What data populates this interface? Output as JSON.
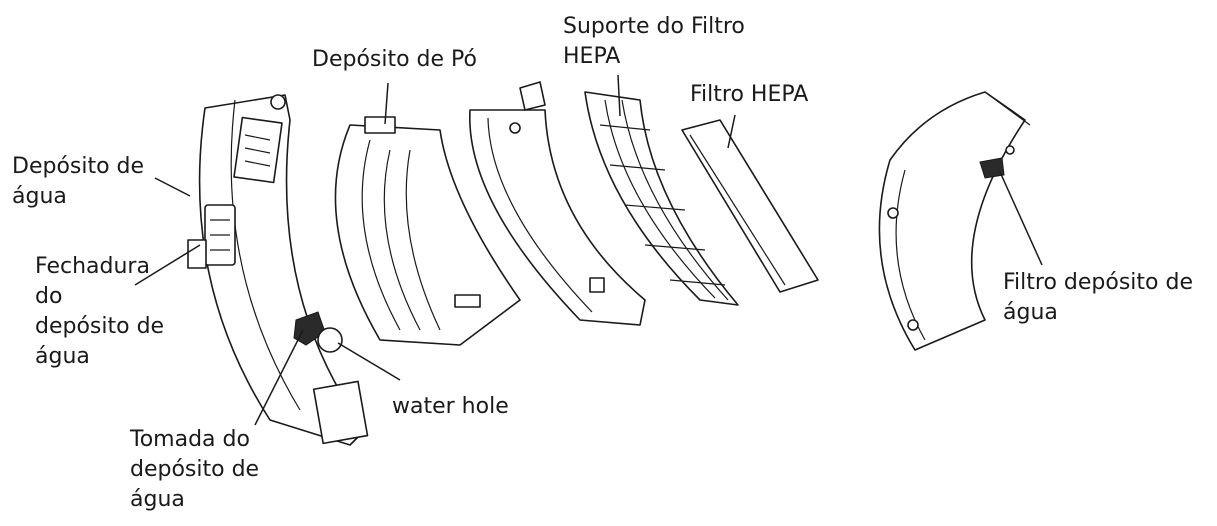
{
  "labels": {
    "deposito_agua": [
      "Depósito de",
      "água"
    ],
    "fechadura": [
      "Fechadura",
      "do",
      "depósito de",
      "água"
    ],
    "tomada": [
      "Tomada do",
      "depósito de",
      "água"
    ],
    "water_hole": "water hole",
    "deposito_po": "Depósito de Pó",
    "suporte_filtro": [
      "Suporte do Filtro",
      "HEPA"
    ],
    "filtro_hepa": "Filtro HEPA",
    "filtro_deposito": [
      "Filtro depósito de",
      "água"
    ]
  },
  "colors": {
    "line": "#1a1a1a",
    "background": "#ffffff"
  }
}
